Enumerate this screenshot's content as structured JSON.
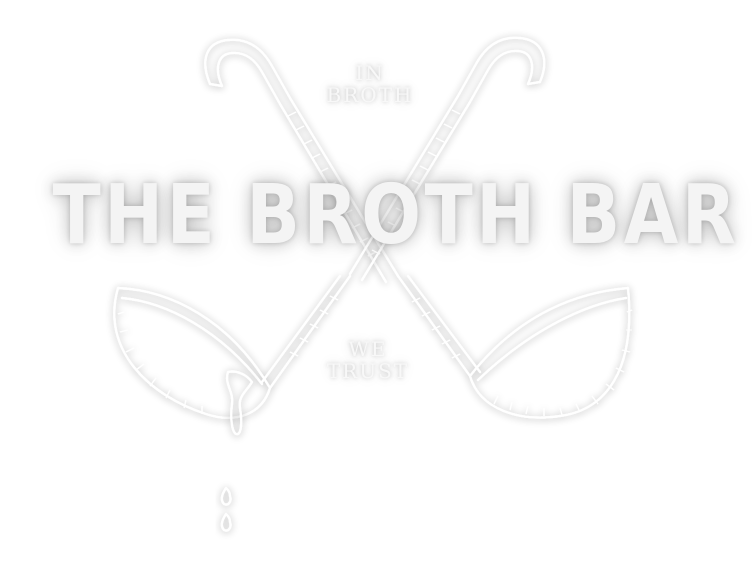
{
  "logo": {
    "title": "THE BROTH BAR",
    "top_line_1": "IN",
    "top_line_2": "BROTH",
    "bottom_line_1": "WE",
    "bottom_line_2": "TRUST"
  },
  "colors": {
    "background": "#ffffff",
    "ink": "#ffffff",
    "shadow": "#000000"
  },
  "icons": [
    "ladle-left-icon",
    "ladle-right-icon",
    "broth-drip-icon"
  ]
}
